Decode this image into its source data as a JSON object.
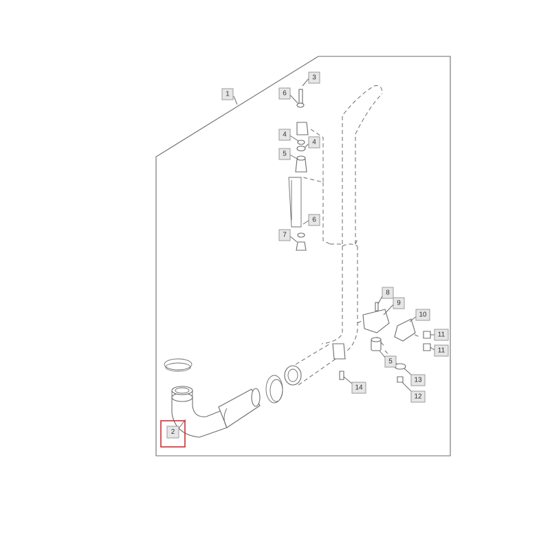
{
  "callouts": [
    {
      "id": "c1",
      "label": "1"
    },
    {
      "id": "c2",
      "label": "2",
      "highlighted": true
    },
    {
      "id": "c3",
      "label": "3"
    },
    {
      "id": "c4a",
      "label": "4"
    },
    {
      "id": "c4b",
      "label": "4"
    },
    {
      "id": "c5a",
      "label": "5"
    },
    {
      "id": "c5b",
      "label": "5"
    },
    {
      "id": "c6a",
      "label": "6"
    },
    {
      "id": "c6b",
      "label": "6"
    },
    {
      "id": "c7",
      "label": "7"
    },
    {
      "id": "c8",
      "label": "8"
    },
    {
      "id": "c9",
      "label": "9"
    },
    {
      "id": "c10",
      "label": "10"
    },
    {
      "id": "c11a",
      "label": "11"
    },
    {
      "id": "c11b",
      "label": "11"
    },
    {
      "id": "c12",
      "label": "12"
    },
    {
      "id": "c13",
      "label": "13"
    },
    {
      "id": "c14",
      "label": "14"
    }
  ],
  "colors": {
    "highlight": "#d9272e",
    "callout_fill": "#e6e6e6",
    "line": "#6b6b6b"
  }
}
